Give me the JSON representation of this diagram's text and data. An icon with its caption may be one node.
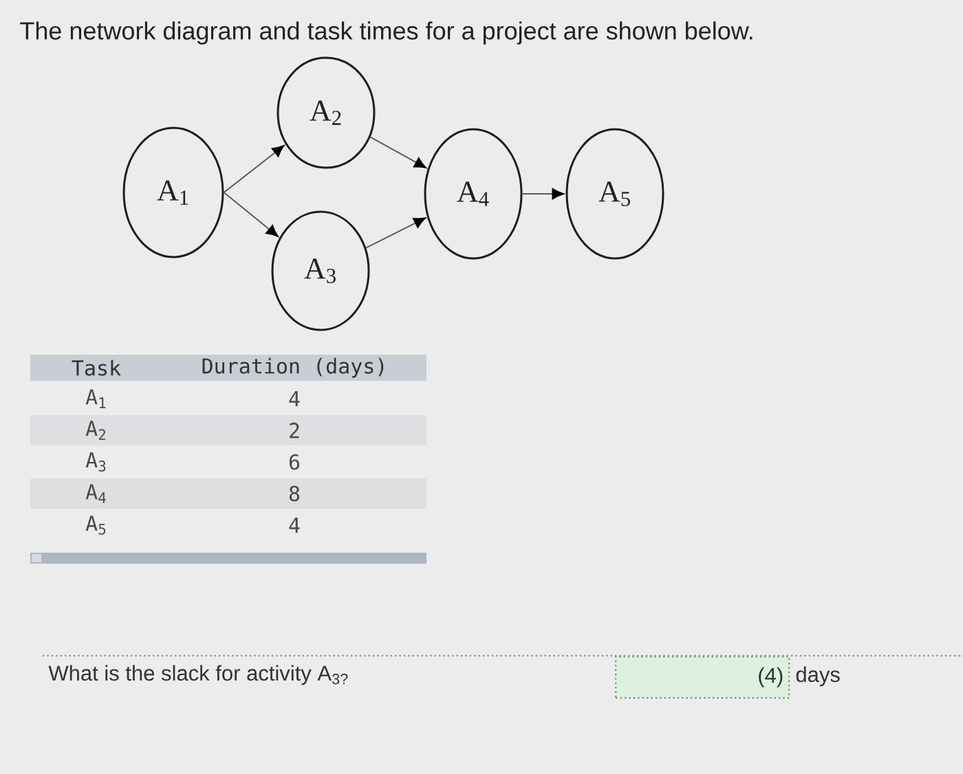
{
  "diagram": {
    "title": "The network diagram and task times for a project are shown below.",
    "nodes": [
      {
        "text": [
          "A$_{1}$"
        ]
      },
      {
        "text": [
          "A$_{2}$"
        ]
      },
      {
        "text": [
          "A$_{3}$"
        ]
      },
      {
        "text": [
          "A$_{4}$"
        ]
      },
      {
        "text": [
          "A$_{5}$"
        ]
      }
    ],
    "edges": [
      {
        "from": 0,
        "to": 1,
        "arrow": "to"
      },
      {
        "from": 0,
        "to": 2,
        "arrow": "to"
      },
      {
        "from": 1,
        "to": 3,
        "arrow": "to"
      },
      {
        "from": 2,
        "to": 3,
        "arrow": "to"
      },
      {
        "from": 3,
        "to": 4,
        "arrow": "to"
      }
    ],
    "labels": [
      "Task",
      "Duration (days)",
      "A$_{1}$",
      "4",
      "A$_{2}$",
      "2",
      "A$_{3}$",
      "6",
      "A$_{4}$",
      "8",
      "A$_{5}$",
      "4",
      "What is the slack for activity A$_{3?}$",
      "(4)",
      "days"
    ]
  }
}
